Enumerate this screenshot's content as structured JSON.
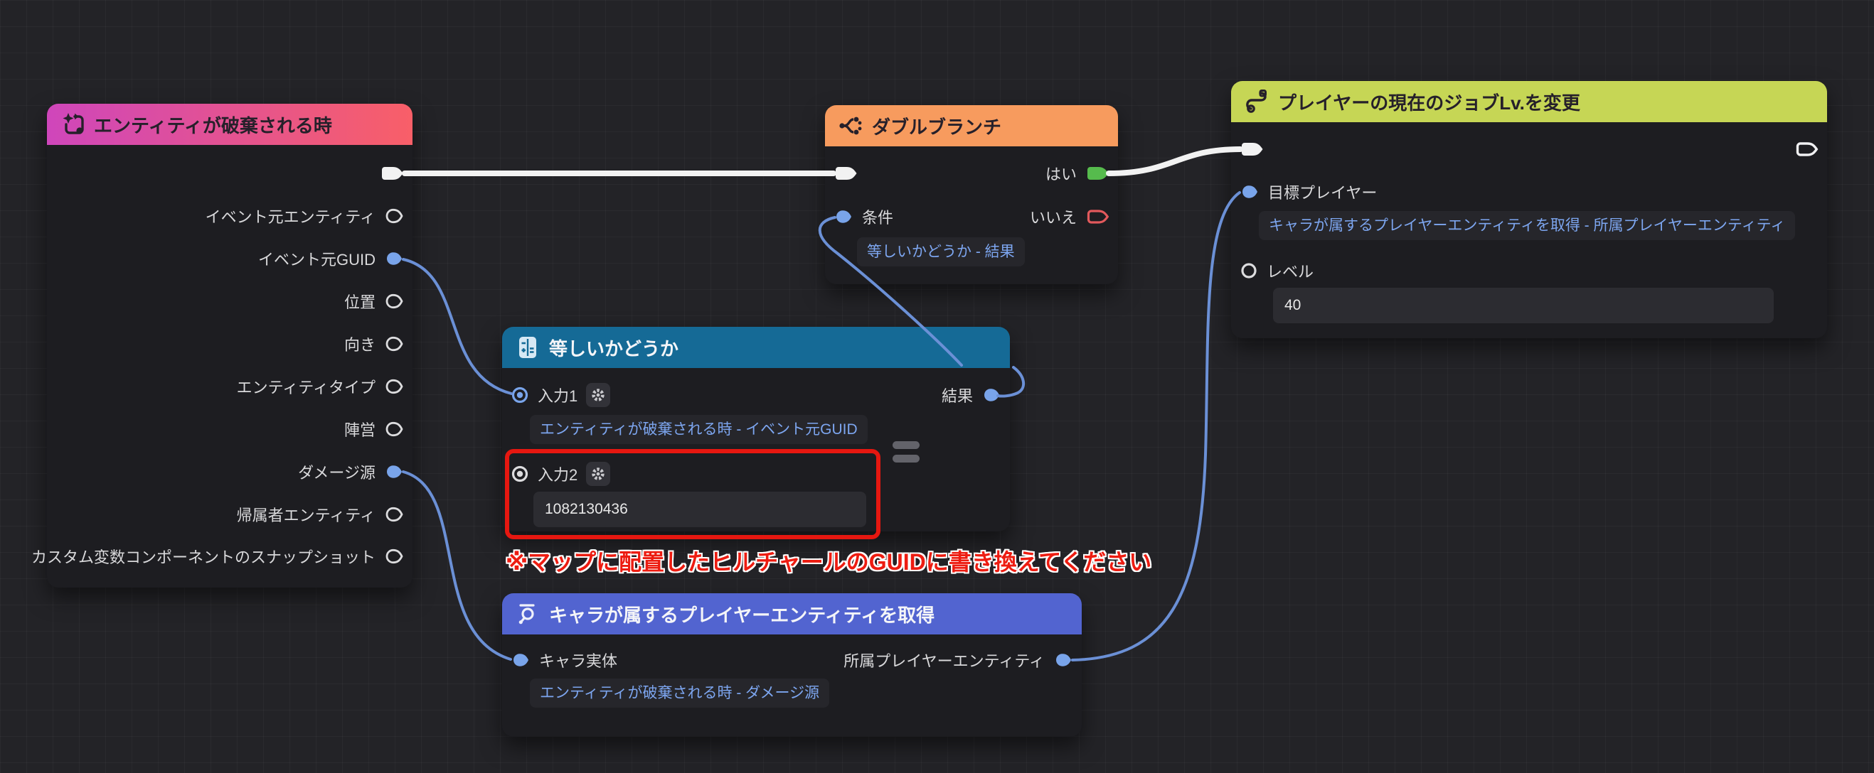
{
  "canvas": {
    "background": "#232327",
    "grid_line": "rgba(255,255,255,0.03)"
  },
  "port_colors": {
    "data_connected": "#79a4ea",
    "exec_fill": "#f2f2f2",
    "yes": "#56bb4d",
    "no": "#e2595c",
    "empty_stroke": "#dcdcde"
  },
  "wire_colors": {
    "exec": "#f2f2f2",
    "data": "#6b90d6"
  },
  "nodes": {
    "event": {
      "title": "エンティティが破棄される時",
      "icon": "event-trigger-icon",
      "header_gradient_from": "#cf46bb",
      "header_gradient_to": "#f85f68",
      "exec_out_state": "connected",
      "outputs": [
        {
          "label": "イベント元エンティティ",
          "state": "empty"
        },
        {
          "label": "イベント元GUID",
          "state": "connected"
        },
        {
          "label": "位置",
          "state": "empty"
        },
        {
          "label": "向き",
          "state": "empty"
        },
        {
          "label": "エンティティタイプ",
          "state": "empty"
        },
        {
          "label": "陣営",
          "state": "empty"
        },
        {
          "label": "ダメージ源",
          "state": "connected"
        },
        {
          "label": "帰属者エンティティ",
          "state": "empty"
        },
        {
          "label": "カスタム変数コンポーネントのスナップショット",
          "state": "empty"
        }
      ]
    },
    "branch": {
      "title": "ダブルブランチ",
      "icon": "branch-icon",
      "header_color": "#f79b5e",
      "condition_label": "条件",
      "condition_chip": "等しいかどうか - 結果",
      "yes_label": "はい",
      "no_label": "いいえ"
    },
    "equals": {
      "title": "等しいかどうか",
      "icon": "calculator-icon",
      "header_color": "#156a96",
      "operator": "equals",
      "input1_label": "入力1",
      "input1_chip": "エンティティが破棄される時 - イベント元GUID",
      "input2_label": "入力2",
      "input2_value": "1082130436",
      "result_label": "結果"
    },
    "get_player": {
      "title": "キャラが属するプレイヤーエンティティを取得",
      "icon": "search-entity-icon",
      "header_color": "#5264d0",
      "input_label": "キャラ実体",
      "input_chip": "エンティティが破棄される時 - ダメージ源",
      "output_label": "所属プレイヤーエンティティ"
    },
    "change_job": {
      "title": "プレイヤーの現在のジョブLv.を変更",
      "icon": "route-icon",
      "header_color": "#c6d655",
      "target_label": "目標プレイヤー",
      "target_chip": "キャラが属するプレイヤーエンティティを取得 - 所属プレイヤーエンティティ",
      "level_label": "レベル",
      "level_value": "40"
    }
  },
  "annotation": {
    "text": "※マップに配置したヒルチャールのGUIDに書き換えてください",
    "text_color": "#ed1c11",
    "box_color": "#e61710"
  },
  "connections": [
    {
      "from": "エンティティが破棄される時.exec",
      "to": "ダブルブランチ.exec",
      "type": "exec"
    },
    {
      "from": "ダブルブランチ.はい",
      "to": "プレイヤーの現在のジョブLv.を変更.exec",
      "type": "exec"
    },
    {
      "from": "エンティティが破棄される時.イベント元GUID",
      "to": "等しいかどうか.入力1",
      "type": "data"
    },
    {
      "from": "エンティティが破棄される時.ダメージ源",
      "to": "キャラが属するプレイヤーエンティティを取得.キャラ実体",
      "type": "data"
    },
    {
      "from": "等しいかどうか.結果",
      "to": "ダブルブランチ.条件",
      "type": "data"
    },
    {
      "from": "キャラが属するプレイヤーエンティティを取得.所属プレイヤーエンティティ",
      "to": "プレイヤーの現在のジョブLv.を変更.目標プレイヤー",
      "type": "data"
    }
  ]
}
